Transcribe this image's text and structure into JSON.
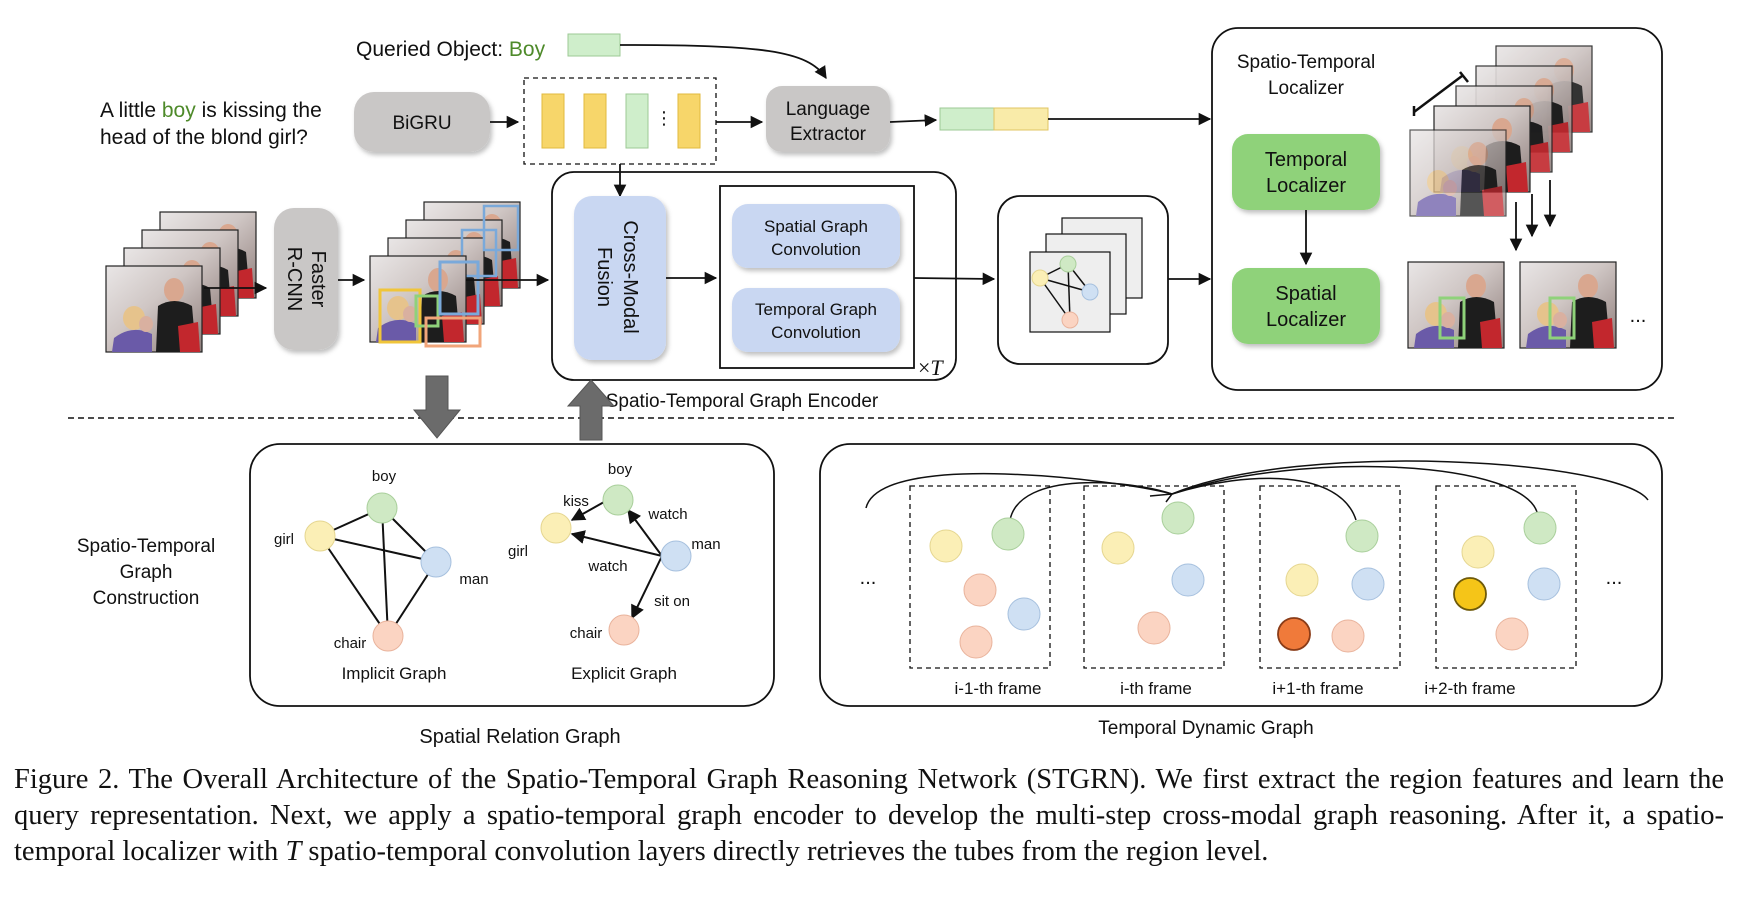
{
  "query": {
    "label_prefix": "Queried Object: ",
    "object_word": "Boy",
    "sentence_line1_a": "A little ",
    "sentence_line1_word": "boy",
    "sentence_line1_b": " is kissing the",
    "sentence_line2": "head of the blond girl?"
  },
  "modules": {
    "bigru": "BiGRU",
    "language_extractor": [
      "Language",
      "Extractor"
    ],
    "faster_rcnn": [
      "Faster",
      "R-CNN"
    ],
    "cross_modal_fusion": [
      "Cross-Modal",
      "Fusion"
    ],
    "spatial_graph_conv": [
      "Spatial Graph",
      "Convolution"
    ],
    "temporal_graph_conv": [
      "Temporal Graph",
      "Convolution"
    ],
    "repeat_symbol": "×",
    "repeat_var": "T",
    "encoder_label": "Spatio-Temporal Graph Encoder",
    "localizer_title": [
      "Spatio-Temporal",
      "Localizer"
    ],
    "temporal_localizer": [
      "Temporal",
      "Localizer"
    ],
    "spatial_localizer": [
      "Spatial",
      "Localizer"
    ],
    "ellipsis": "..."
  },
  "construction": {
    "side_label": [
      "Spatio-Temporal",
      "Graph",
      "Construction"
    ],
    "implicit_graph": {
      "title": "Implicit Graph",
      "nodes": {
        "boy": "boy",
        "girl": "girl",
        "man": "man",
        "chair": "chair"
      }
    },
    "explicit_graph": {
      "title": "Explicit Graph",
      "nodes": {
        "boy": "boy",
        "girl": "girl",
        "man": "man",
        "chair": "chair"
      },
      "edges": {
        "kiss": "kiss",
        "watch1": "watch",
        "watch2": "watch",
        "sit_on": "sit on"
      }
    },
    "spatial_caption": "Spatial Relation Graph",
    "temporal_caption": "Temporal Dynamic Graph",
    "frames": [
      "i-1-th frame",
      "i-th frame",
      "i+1-th frame",
      "i+2-th frame"
    ],
    "ellipsis": "..."
  },
  "colors": {
    "gray_module": "#c9c7c6",
    "blue_module": "#c9d7f2",
    "green_module": "#8fd27a",
    "yellow_feature": "#f7d66a",
    "green_feature": "#cfeecb",
    "node_green": "#cfe9c4",
    "node_yellow": "#fbefb6",
    "node_pink": "#fbd4c2",
    "node_blue": "#cfe0f3",
    "node_orange": "#f07a3a",
    "node_gold": "#f5c518",
    "word_green": "#4e8a2a"
  },
  "caption": {
    "part1": "Figure 2. The Overall Architecture of the Spatio-Temporal Graph Reasoning Network (STGRN). We first extract the region features and learn the query representation. Next, we apply a spatio-temporal graph encoder to develop the multi-step cross-modal graph reasoning. After it, a spatio-temporal localizer with ",
    "math": "T",
    "part2": " spatio-temporal convolution layers directly retrieves the tubes from the region level."
  }
}
